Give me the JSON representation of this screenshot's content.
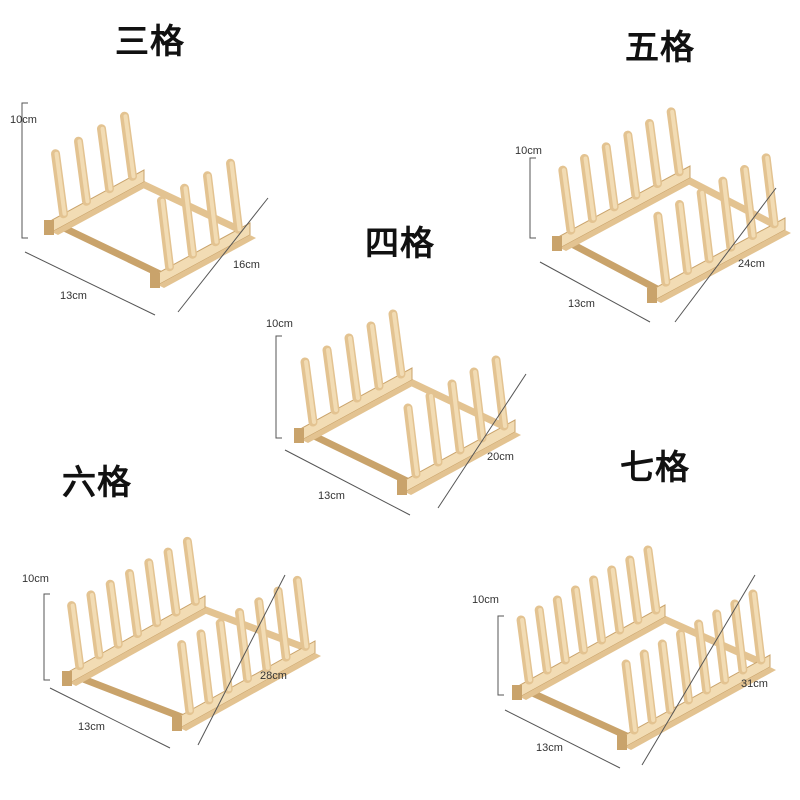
{
  "colors": {
    "wood_light": "#f2dcb4",
    "wood_mid": "#e3c391",
    "wood_dark": "#c9a36b",
    "line": "#555555"
  },
  "racks": [
    {
      "title": "三格",
      "height": "10cm",
      "width": "13cm",
      "length": "16cm",
      "slots": 3
    },
    {
      "title": "五格",
      "height": "10cm",
      "width": "13cm",
      "length": "24cm",
      "slots": 5
    },
    {
      "title": "四格",
      "height": "10cm",
      "width": "13cm",
      "length": "20cm",
      "slots": 4
    },
    {
      "title": "六格",
      "height": "10cm",
      "width": "13cm",
      "length": "28cm",
      "slots": 6
    },
    {
      "title": "七格",
      "height": "10cm",
      "width": "13cm",
      "length": "31cm",
      "slots": 7
    }
  ]
}
